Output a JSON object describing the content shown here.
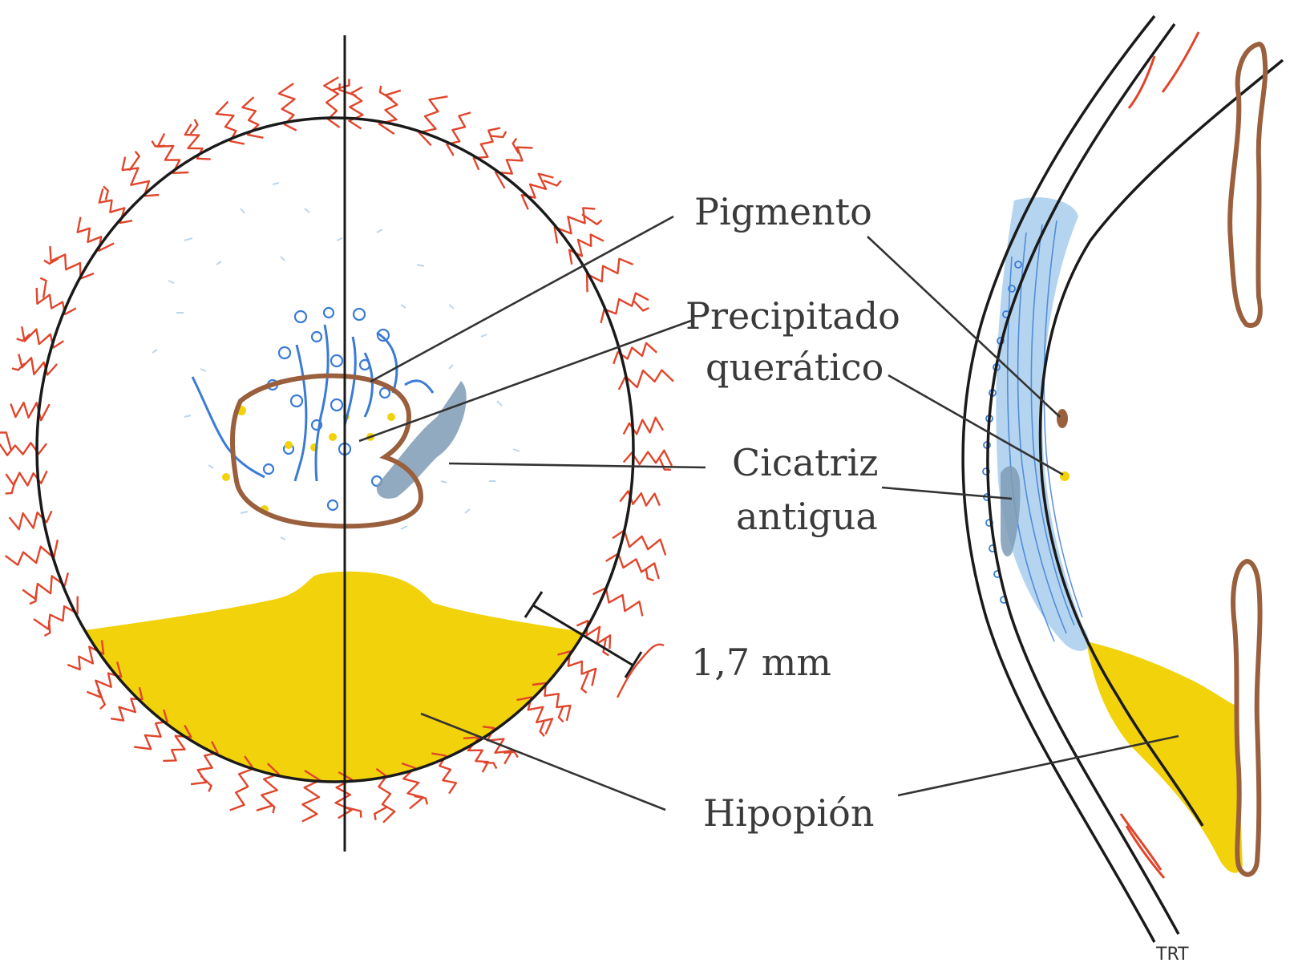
{
  "labels": {
    "pigment": "Pigmento",
    "kp_line1": "Precipitado",
    "kp_line2": "querático",
    "scar_line1": "Cicatriz",
    "scar_line2": "antigua",
    "measure": "1,7 mm",
    "hypopyon": "Hipopión"
  },
  "signature": "TRT",
  "colors": {
    "outline": "#1a1a1a",
    "vessel": "#e0452b",
    "hypopyon": "#f2d20a",
    "brown": "#9a5f3c",
    "blue": "#3a7bd5",
    "light_blue": "#9cc6ea",
    "gray_blue": "#7f9bb5",
    "leader": "#333333"
  }
}
